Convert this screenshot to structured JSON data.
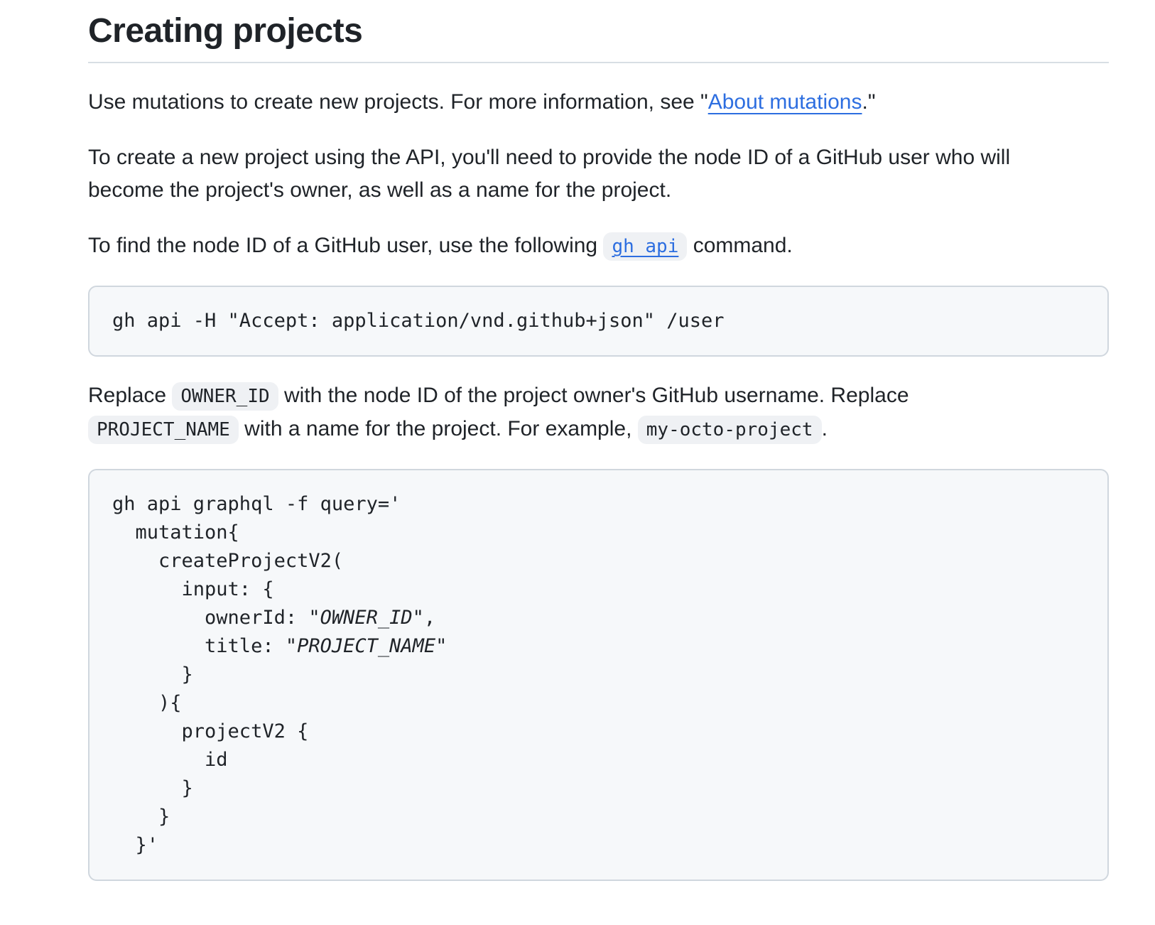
{
  "colors": {
    "text": "#1f2328",
    "link_blue": "#2d6ee0",
    "code_block_bg": "#f6f8fa",
    "code_block_border": "#d0d7de",
    "inline_code_bg": "#eff1f4",
    "divider": "#d8dee4"
  },
  "content": {
    "title": "Creating projects",
    "p1": {
      "before": "Use mutations to create new projects. For more information, see \"",
      "link_label": "About mutations",
      "after": ".\""
    },
    "p2": {
      "line1": "To create a new project using the API, you'll need to provide the node ID of a GitHub user who will",
      "line2": "become the project's owner, as well as a name for the project."
    },
    "p3": {
      "before": "To find the node ID of a GitHub user, use the following ",
      "code_link_label": "gh api",
      "after": " command."
    },
    "code1": {
      "line1": "gh api -H \"Accept: application/vnd.github+json\" /user"
    },
    "p4": {
      "t1": "Replace ",
      "c1": "OWNER_ID",
      "t2": " with the node ID of the project owner's GitHub username. Replace",
      "c2": "PROJECT_NAME",
      "t3": " with a name for the project. For example, ",
      "c3": "my-octo-project",
      "t4": "."
    },
    "code2": {
      "l1": "gh api graphql -f query='",
      "l2": "  mutation{",
      "l3": "    createProjectV2(",
      "l4": "      input: {",
      "l5a": "        ownerId: \"",
      "l5b": "OWNER_ID",
      "l5c": "\",",
      "l6a": "        title: \"",
      "l6b": "PROJECT_NAME",
      "l6c": "\"",
      "l7": "      }",
      "l8": "    ){",
      "l9": "      projectV2 {",
      "l10": "        id",
      "l11": "      }",
      "l12": "    }",
      "l13": "  }'"
    }
  }
}
